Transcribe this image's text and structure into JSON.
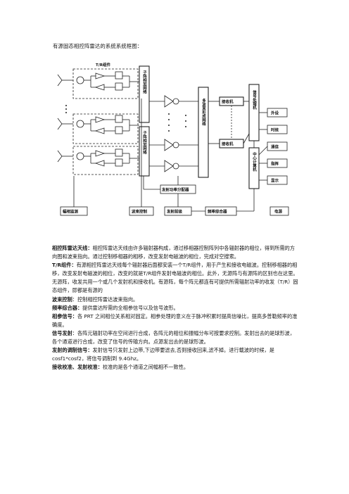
{
  "doc": {
    "title": "有源固态相控阵雷达的系统系统框图："
  },
  "diagram": {
    "tr_module": "T/R组件",
    "subarray_top": "子阵相加网络",
    "subarray_bottom": "子阵相加网络",
    "multibeam": "多波束形成网络",
    "receiver_top": "接收机",
    "receiver_bottom": "接收机",
    "signal_processor": "信号处理机",
    "central_computer": "中心计算机",
    "tx_feed": "发射功率分配器",
    "freq_synth": "频率综合器",
    "tx_drive": "发射前级",
    "beam_ctrl": "波束控制",
    "amp_monitor": "幅相监测",
    "power_supply": "电源",
    "outputs": [
      "外设",
      "时统",
      "通信",
      "指挥",
      "显示"
    ]
  },
  "paragraphs": [
    {
      "term": "相控阵雷达天线：",
      "text": "相控阵雷达天线由许多辐射器构成，通过移相器控制阵列中各辐射器的相位，得到所需的方向图和波束指向。通过控制移相器的相移，改变发射电磁波的相位，完成对空搜索。"
    },
    {
      "term": "T/R组件：",
      "text": "有源相控阵雷达天线每个辐射器后面都安装一个T/R组件，用于产生和接收电磁波。控制移相器的相移，改变发射电磁波的相位，改变的就是T/R组件发射电磁波的相位。此外，无源阵与有源阵的区别也在这里。无源阵，收发共用一个或几个发射机和接收机。有源阵，每个阵元都连有可提供所需辐射功率的收发（T/R）固态组件，即都是有源的"
    },
    {
      "term": "波束控制",
      "text": "：控制相控阵雷达波束指向。"
    },
    {
      "term": "频率综合器：",
      "text": "提供雷达所需的全相参信号以及信号波形。"
    },
    {
      "term": "相参信号：",
      "text": "各 PRT 之间相位关系相对固定。相参处理的意义在于脉冲积累时提高信噪比，提高多普勒频率的准确度。"
    },
    {
      "term": "信号发射",
      "text": "：各阵元辐射功率在空间进行合成，各阵元的相位和振幅分布可按要求控制。发射出去的是球形波，各个通道进行合成，改变了信号的传输方向。点源发出去的是球形波。"
    },
    {
      "term": "发射的调制信号：",
      "text": "发射信号只发射上边带,下边带要滤去,否则接收回来,滤不掉。进行载波的时候，是 cosf1*cosf2，将信号调制到 9.4Ghz。"
    },
    {
      "term": "接收校准、发射校准：",
      "text": "校准的是各个通道之间幅相不一致性。"
    }
  ]
}
